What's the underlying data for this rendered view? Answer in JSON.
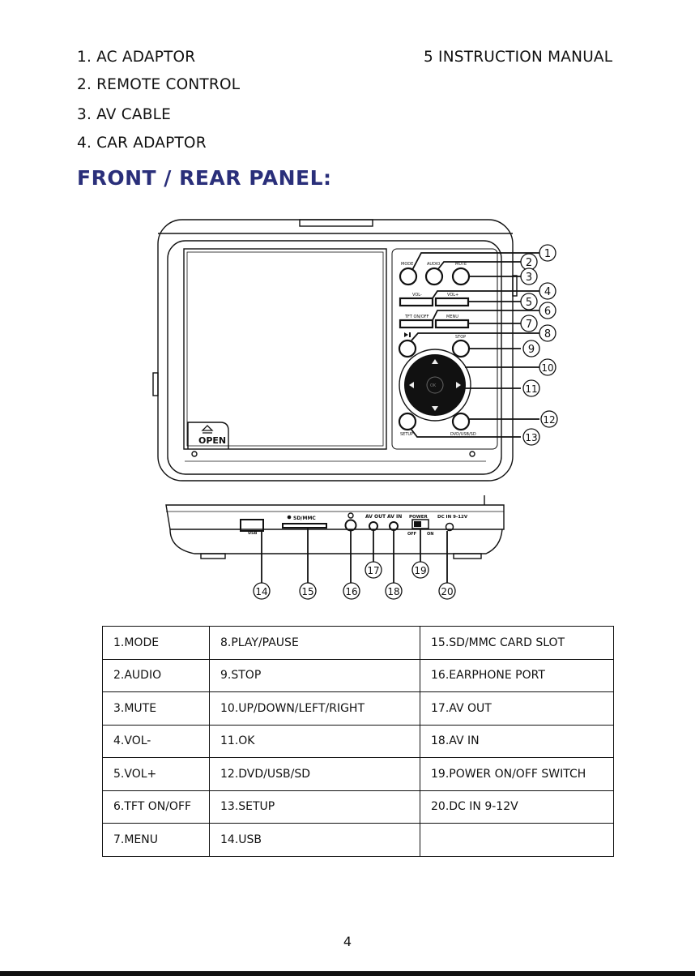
{
  "accessories": [
    "1. AC ADAPTOR",
    "2. REMOTE CONTROL",
    "3. AV CABLE",
    "4. CAR ADAPTOR",
    "5  INSTRUCTION MANUAL"
  ],
  "section_heading": "FRONT / REAR PANEL:",
  "front_labels": {
    "mode": "MODE",
    "audio": "AUDIO",
    "mute": "MUTE",
    "vol_minus": "VOL-",
    "vol_plus": "VOL+",
    "tft": "TFT ON/OFF",
    "menu": "MENU",
    "stop": "STOP",
    "ok": "OK",
    "setup": "SETUP",
    "dvd_usb_sd": "DVD/USB/SD",
    "open": "OPEN"
  },
  "side_labels": {
    "usb": "USB",
    "sd_mmc": "SD/MMC",
    "av_out": "AV OUT",
    "av_in": "AV IN",
    "power": "POWER",
    "off": "OFF",
    "on": "ON",
    "dc_in": "DC IN 9-12V"
  },
  "callout_numbers": [
    "1",
    "2",
    "3",
    "4",
    "5",
    "6",
    "7",
    "8",
    "9",
    "10",
    "11",
    "12",
    "13",
    "14",
    "15",
    "16",
    "17",
    "18",
    "19",
    "20"
  ],
  "legend_rows": [
    [
      "1.MODE",
      "8.PLAY/PAUSE",
      "15.SD/MMC CARD SLOT"
    ],
    [
      "2.AUDIO",
      "9.STOP",
      "16.EARPHONE PORT"
    ],
    [
      "3.MUTE",
      "10.UP/DOWN/LEFT/RIGHT",
      "17.AV OUT"
    ],
    [
      "4.VOL-",
      "11.OK",
      "18.AV IN"
    ],
    [
      "5.VOL+",
      "12.DVD/USB/SD",
      "19.POWER ON/OFF SWITCH"
    ],
    [
      "6.TFT ON/OFF",
      "13.SETUP",
      "20.DC IN 9-12V"
    ],
    [
      "7.MENU",
      "14.USB",
      ""
    ]
  ],
  "page_number": "4"
}
